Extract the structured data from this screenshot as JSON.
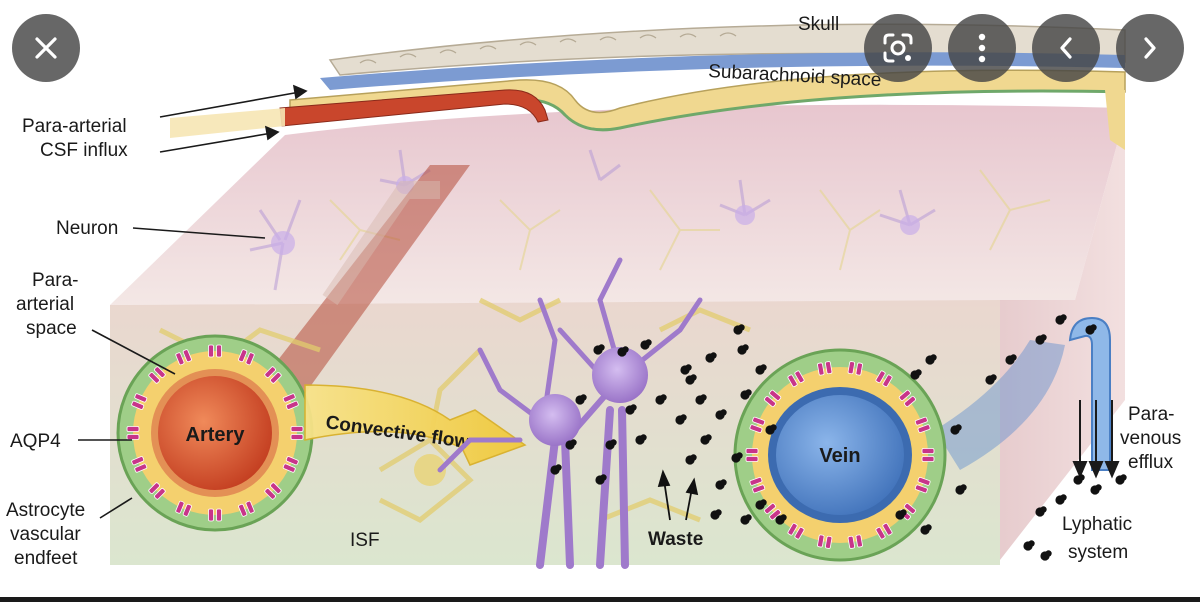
{
  "labels": {
    "skull": "Skull",
    "subarachnoid": "Subarachnoid space",
    "para_arterial_influx_1": "Para-arterial",
    "para_arterial_influx_2": "CSF influx",
    "neuron": "Neuron",
    "para_arterial_space_1": "Para-",
    "para_arterial_space_2": "arterial",
    "para_arterial_space_3": "space",
    "aqp4": "AQP4",
    "astrocyte_1": "Astrocyte",
    "astrocyte_2": "vascular",
    "astrocyte_3": "endfeet",
    "artery": "Artery",
    "convective_flow": "Convective flow",
    "isf": "ISF",
    "waste": "Waste",
    "vein": "Vein",
    "para_venous_1": "Para-",
    "para_venous_2": "venous",
    "para_venous_3": "efflux",
    "lymphatic_1": "Lyphatic",
    "lymphatic_2": "system"
  },
  "viewer_controls": {
    "close": "close-icon",
    "lens": "google-lens-icon",
    "more": "more-vert-icon",
    "previous": "chevron-left-icon",
    "next": "chevron-right-icon"
  },
  "colors": {
    "artery": "#d2492a",
    "vein": "#4a7fc4",
    "endfeet": "#8cc77a",
    "aqp4": "#c8358a",
    "flow": "#f2d24a",
    "neuron": "#a987d1",
    "waste": "#111111"
  }
}
